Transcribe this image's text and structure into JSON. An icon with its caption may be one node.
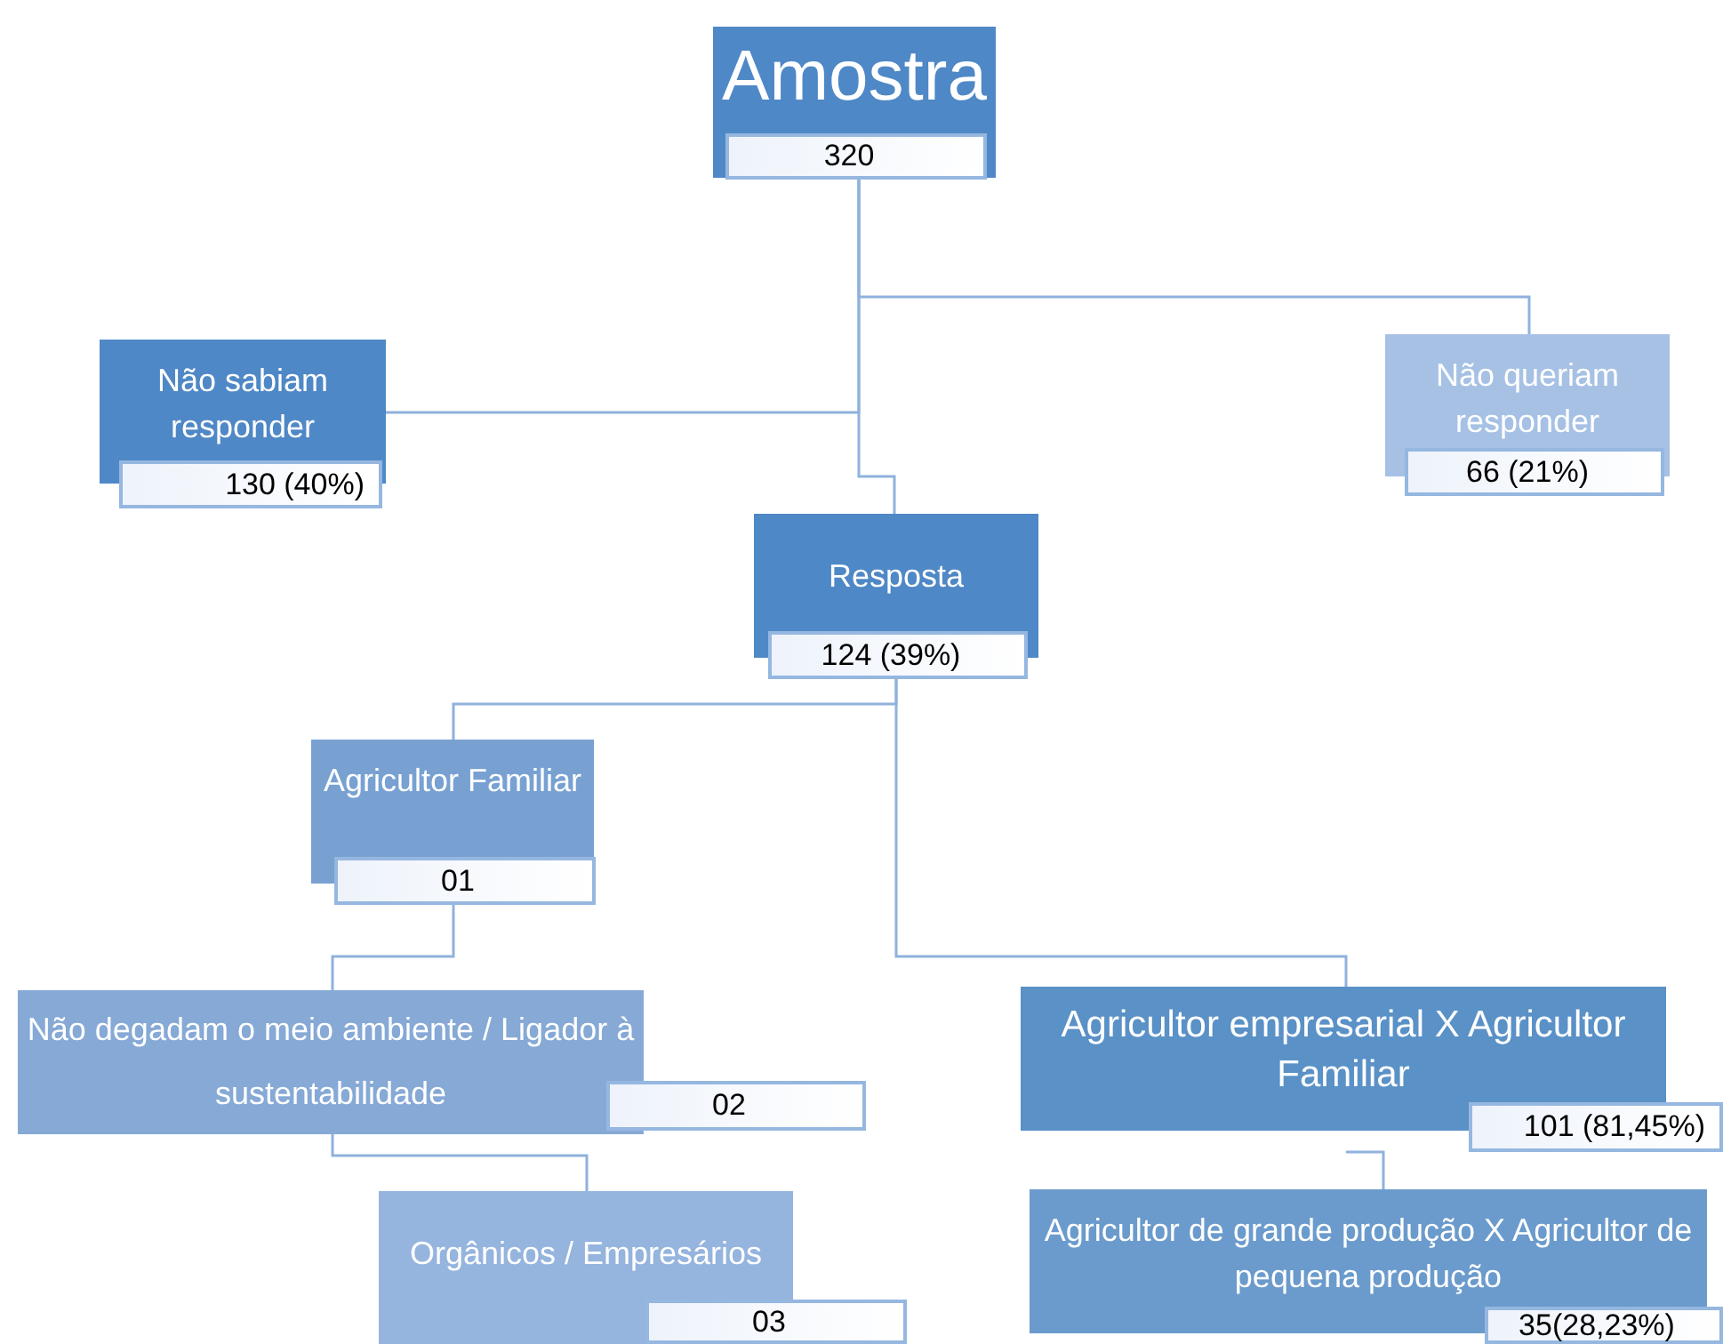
{
  "diagram": {
    "nodes": [
      {
        "text": [
          "Amostra",
          "320"
        ]
      },
      {
        "text": [
          "Não sabiam responder",
          "130 (40%)"
        ]
      },
      {
        "text": [
          "Não queriam responder",
          "66 (21%)"
        ]
      },
      {
        "text": [
          "Resposta",
          "124 (39%)"
        ]
      },
      {
        "text": [
          "Agricultor Familiar",
          "01"
        ]
      },
      {
        "text": [
          "Não degadam o meio ambiente / Ligador à sustentabilidade",
          "02"
        ]
      },
      {
        "text": [
          "Orgânicos / Empresários",
          "03"
        ]
      },
      {
        "text": [
          "Agricultor empresarial X Agricultor Familiar",
          "101 (81,45%)"
        ]
      },
      {
        "text": [
          "Agricultor de grande produção X Agricultor de pequena produção",
          "35(28,23%)"
        ]
      }
    ],
    "edges": [
      {
        "from": 0,
        "to": 1,
        "arrow": "none"
      },
      {
        "from": 0,
        "to": 2,
        "arrow": "none"
      },
      {
        "from": 0,
        "to": 3,
        "arrow": "none"
      },
      {
        "from": 3,
        "to": 4,
        "arrow": "none"
      },
      {
        "from": 3,
        "to": 7,
        "arrow": "none"
      },
      {
        "from": 4,
        "to": 5,
        "arrow": "none"
      },
      {
        "from": 5,
        "to": 6,
        "arrow": "none"
      },
      {
        "from": 7,
        "to": 8,
        "arrow": "none"
      }
    ]
  }
}
